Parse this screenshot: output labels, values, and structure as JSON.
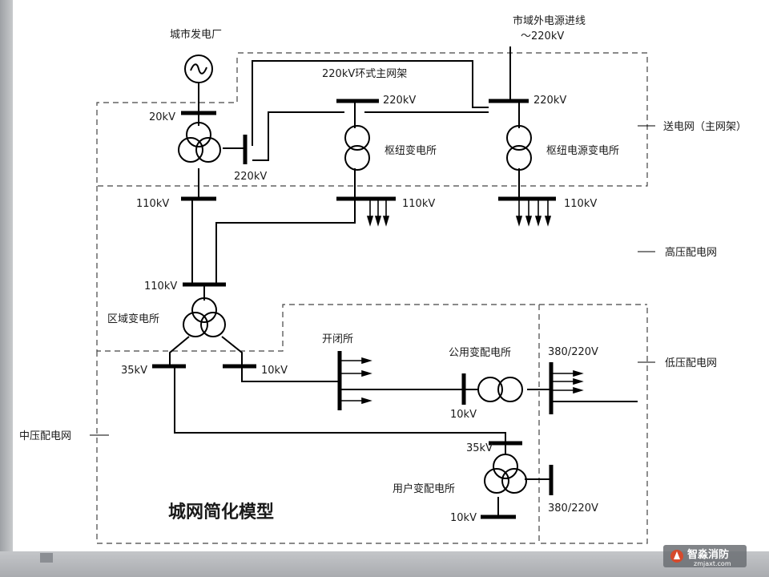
{
  "title": "城网简化模型",
  "labels": {
    "city_plant": "城市发电厂",
    "external_line_1": "市域外电源进线",
    "external_line_2": "～220kV",
    "ring_grid": "220kV环式主网架",
    "plant_20kv": "20kV",
    "plant_220kv": "220kV",
    "plant_110kv": "110kV",
    "hub_220kv": "220kV",
    "hub_name": "枢纽变电所",
    "hub_110kv": "110kV",
    "hubpwr_220kv": "220kV",
    "hubpwr_name": "枢纽电源变电所",
    "hubpwr_110kv": "110kV",
    "regional_110kv": "110kV",
    "regional_name": "区域变电所",
    "regional_35kv": "35kV",
    "regional_10kv": "10kV",
    "switch_station": "开闭所",
    "public_sub": "公用变配电所",
    "public_10kv": "10kV",
    "public_380": "380/220V",
    "user_35kv": "35kV",
    "user_name": "用户变配电所",
    "user_10kv": "10kV",
    "user_380": "380/220V"
  },
  "zones": {
    "transmission": "送电网（主网架）",
    "high_voltage": "高压配电网",
    "low_voltage": "低压配电网",
    "medium_voltage": "中压配电网"
  },
  "watermark": {
    "brand": "智淼消防",
    "site": "zmjaxt.com"
  },
  "colors": {
    "line": "#000000",
    "dash": "#444444",
    "sheet": "#ffffff",
    "background": "#b9bbbe"
  }
}
